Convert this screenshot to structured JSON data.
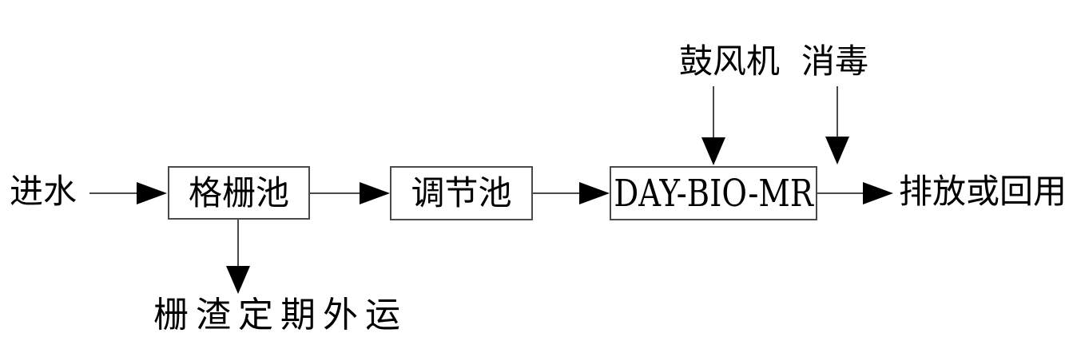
{
  "colors": {
    "background": "#ffffff",
    "line": "#4a4a4a",
    "box_border": "#4a4a4a",
    "arrowhead": "#000000",
    "text": "#000000"
  },
  "diagram": {
    "inlet_label": "进水",
    "boxes": [
      {
        "label": "格栅池"
      },
      {
        "label": "调节池"
      },
      {
        "label": "DAY-BIO-MR"
      }
    ],
    "outlet_label": "排放或回用",
    "blower_label": "鼓风机",
    "disinfection_label": "消毒",
    "screen_residue_label": "栅渣定期外运"
  }
}
